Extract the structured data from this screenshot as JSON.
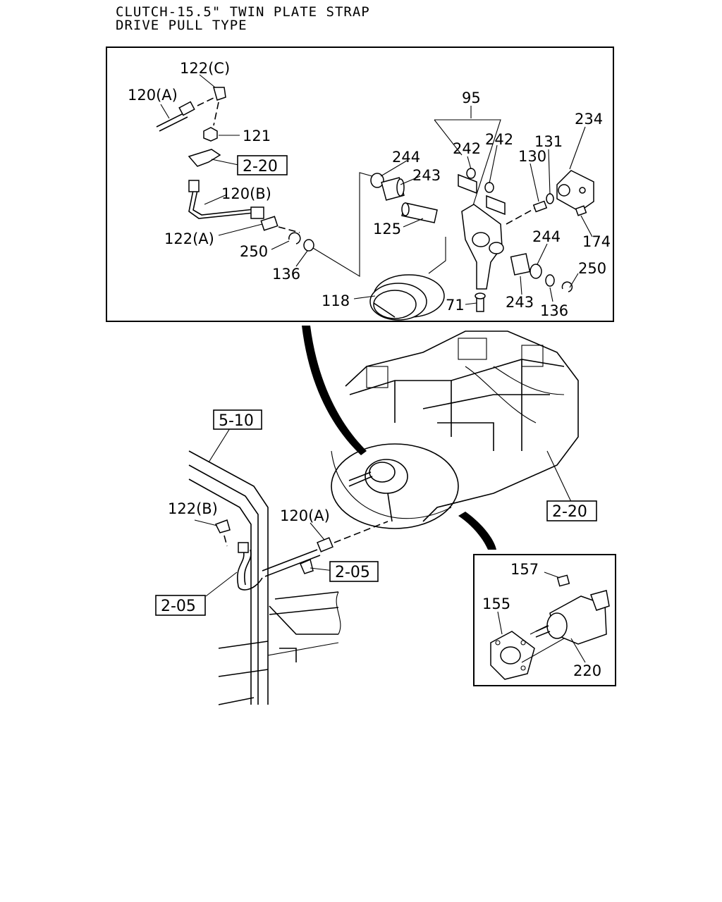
{
  "title": {
    "line1": "CLUTCH-15.5\" TWIN PLATE STRAP",
    "line2": "DRIVE PULL TYPE"
  },
  "callouts": {
    "c122C": "122(C)",
    "c120A_top": "120(A)",
    "c121": "121",
    "c120B": "120(B)",
    "c122A": "122(A)",
    "c250_left": "250",
    "c136_left": "136",
    "c118": "118",
    "c244_top": "244",
    "c243_top": "243",
    "c125": "125",
    "c95": "95",
    "c242_a": "242",
    "c242_b": "242",
    "c130": "130",
    "c131": "131",
    "c234": "234",
    "c174": "174",
    "c244_right": "244",
    "c250_right": "250",
    "c243_bottom": "243",
    "c136_right": "136",
    "c71": "71",
    "c122B": "122(B)",
    "c120A_mid": "120(A)",
    "c157": "157",
    "c155": "155",
    "c220": "220"
  },
  "references": {
    "r2_20_top": "2-20",
    "r5_10": "5-10",
    "r2_20_right": "2-20",
    "r2_05_mid": "2-05",
    "r2_05_left": "2-05"
  }
}
